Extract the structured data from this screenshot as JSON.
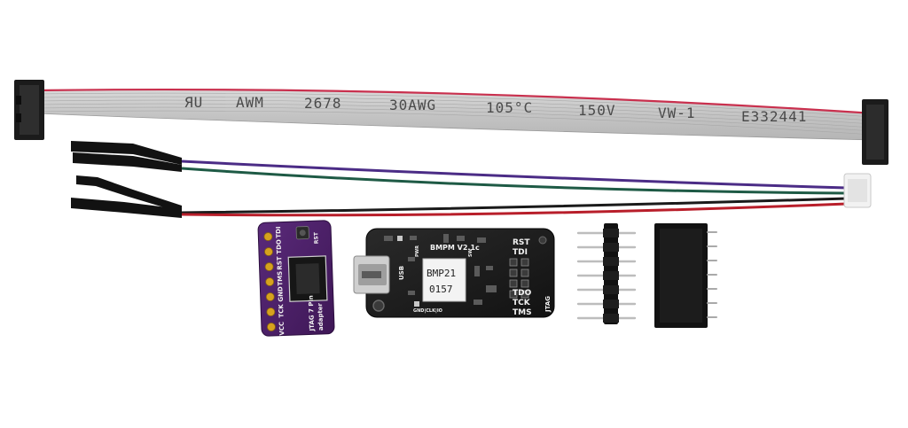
{
  "ribbon_cable": {
    "print": [
      "ЯU",
      "AWM",
      "2678",
      "30AWG",
      "105°C",
      "150V",
      "VW-1",
      "E332441"
    ],
    "colors": {
      "base": "#c9c9c9",
      "stripe": "#c9304e",
      "connector": "#1b1b1b"
    }
  },
  "jumper_wires": {
    "colors": [
      "#4b2c86",
      "#1e5a45",
      "#1a1a1a",
      "#b81e2a"
    ],
    "plug_color": "#f2f2f2"
  },
  "adapter_board": {
    "color": "#4a1f66",
    "pin_labels": [
      "VCC",
      "TCK",
      "GND",
      "TMS",
      "RST",
      "TDO",
      "TDI"
    ],
    "title": "JTAG 7 Pin",
    "subtitle": "adapter",
    "rst_label": "RST"
  },
  "probe_board": {
    "color": "#1d1d1d",
    "title": "BMPM V2.1c",
    "sticker_line1": "BMP21",
    "sticker_line2": "0157",
    "labels": {
      "usb": "USB",
      "rst": "RST",
      "tdi": "TDI",
      "tdo": "TDO",
      "tck": "TCK",
      "tms": "TMS",
      "jtag": "JTAG",
      "pwr": "PWR",
      "sw": "SW",
      "fw": "GND|CLK|IO"
    }
  },
  "pin_header_male": {
    "pins": 7,
    "color": "#111111",
    "pin_color": "#bdbdbd"
  },
  "pin_header_female": {
    "pins": 7,
    "color": "#121212"
  }
}
